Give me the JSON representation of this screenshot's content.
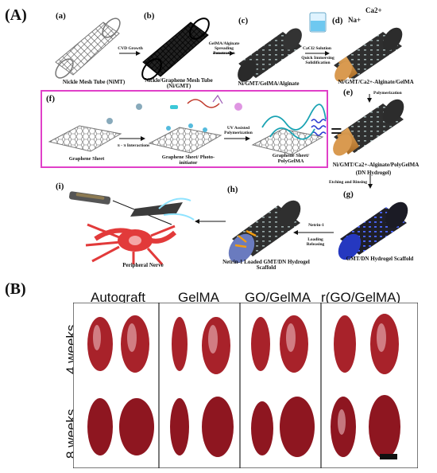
{
  "panel_a": {
    "label": "(A)",
    "steps": {
      "a": {
        "tag": "(a)",
        "caption": "Nickle Mesh Tube (NiMT)"
      },
      "b": {
        "tag": "(b)",
        "caption": "Nickle/Graphene Mesh Tube (Ni/GMT)"
      },
      "c": {
        "tag": "(c)",
        "caption": "Ni/GMT/GelMA/Alginate"
      },
      "d": {
        "tag": "(d)",
        "caption": "Ni/GMT/Ca2+-Alginate/GelMA",
        "ions": {
          "na": "Na+",
          "ca": "Ca2+"
        }
      },
      "e": {
        "tag": "(e)",
        "caption": "Ni/GMT/Ca2+-Alginate/PolyGelMA",
        "sub": "(DN Hydrogel)"
      },
      "f": {
        "tag": "(f)"
      },
      "g": {
        "tag": "(g)",
        "caption": "GMT/DN Hydrogel Scaffold"
      },
      "h": {
        "tag": "(h)",
        "caption": "Netrin-1 Loaded GMT/DN Hydrogel Scaffold"
      },
      "i": {
        "tag": "(i)",
        "caption": "Peripheral Nerve"
      }
    },
    "arrows": {
      "ab": "CVD Growth",
      "bc": "GelMA/Alginate Spreading Penetration",
      "cd_top": "CaCl2 Solution",
      "cd_bottom": "Quick Immersing Solidification",
      "de": "Polymerization",
      "eg": "Etching and Rinsing",
      "gh_top": "Netrin-1",
      "gh_bottom": "Loading Releasing"
    },
    "panel_f": {
      "sheet1": "Graphene Sheet",
      "interaction": "π - π Interactions",
      "sheet2": "Graphene Sheet/ Photo-initiator",
      "uv": "UV Assisted Polymerization",
      "sheet3": "Graphene Sheet/ PolyGelMA",
      "equals": "="
    },
    "colors": {
      "f_border": "#e040c8",
      "gel": "#c98b3c",
      "tube": "#2e2e2e",
      "hydrogel": "#3a4fd8",
      "nerve": "#e23a3a"
    }
  },
  "panel_b": {
    "label": "(B)",
    "columns": [
      "Autograft",
      "GelMA",
      "GO/GelMA",
      "r(GO/GelMA)"
    ],
    "rows": [
      "4 weeks",
      "8 weeks"
    ],
    "muscle_color": "#a8222a"
  }
}
